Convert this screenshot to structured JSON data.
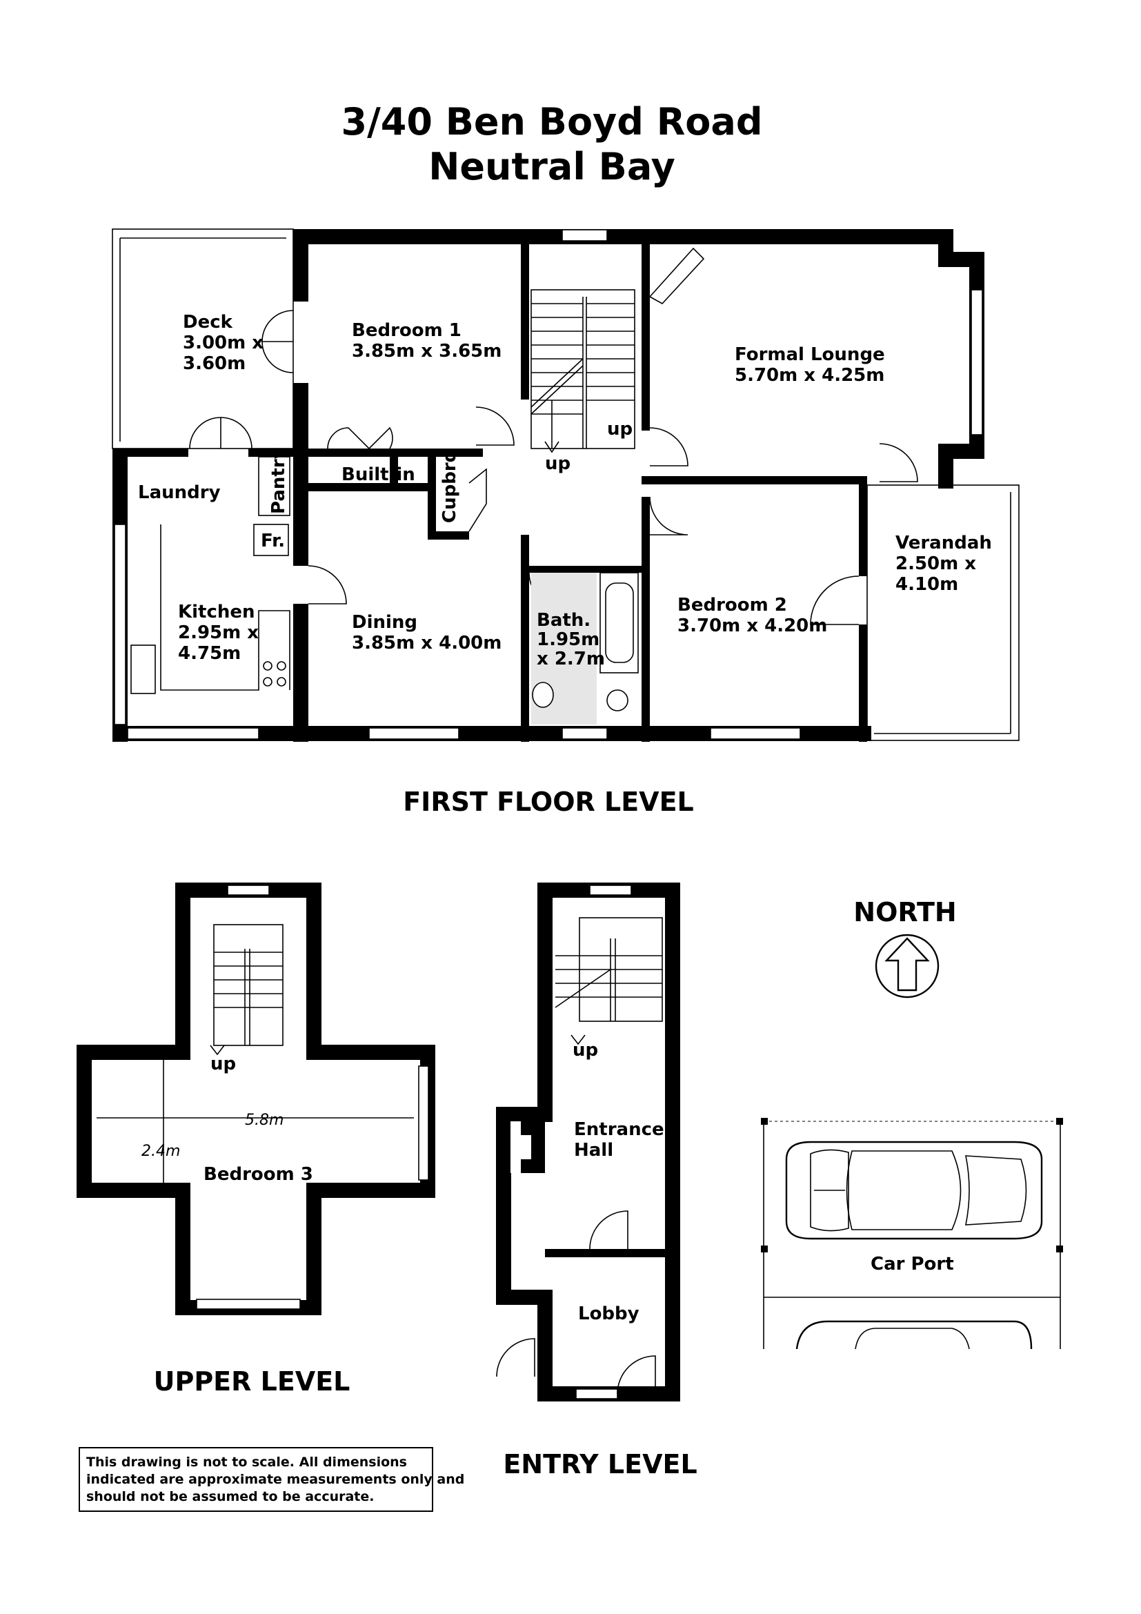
{
  "title": {
    "line1": "3/40 Ben Boyd Road",
    "line2": "Neutral Bay"
  },
  "first_floor": {
    "label": "FIRST FLOOR LEVEL",
    "rooms": {
      "deck": {
        "name": "Deck",
        "dim1": "3.00m  x",
        "dim2": "3.60m"
      },
      "bedroom1": {
        "name": "Bedroom 1",
        "dims": "3.85m  x  3.65m"
      },
      "formal_lounge": {
        "name": "Formal Lounge",
        "dims": "5.70m  x  4.25m"
      },
      "laundry": {
        "name": "Laundry"
      },
      "pantry": {
        "name": "Pantry"
      },
      "fridge": {
        "name": "Fr."
      },
      "builtin": {
        "name": "Built-in"
      },
      "cupbrd": {
        "name": "Cupbrd"
      },
      "kitchen": {
        "name": "Kitchen",
        "dim1": "2.95m  x",
        "dim2": "4.75m"
      },
      "dining": {
        "name": "Dining",
        "dims": "3.85m  x  4.00m"
      },
      "bath": {
        "name": "Bath.",
        "dim1": "1.95m",
        "dim2": "x  2.7m"
      },
      "bedroom2": {
        "name": "Bedroom 2",
        "dims": "3.70m  x  4.20m"
      },
      "verandah": {
        "name": "Verandah",
        "dim1": "2.50m  x",
        "dim2": "4.10m"
      }
    },
    "stair_labels": [
      "up",
      "up"
    ]
  },
  "upper_level": {
    "label": "UPPER LEVEL",
    "room": "Bedroom 3",
    "stair_label": "up",
    "width_dim": "5.8m",
    "height_dim": "2.4m"
  },
  "entry_level": {
    "label": "ENTRY LEVEL",
    "rooms": {
      "entrance_hall_1": "Entrance",
      "entrance_hall_2": "Hall",
      "lobby": "Lobby"
    },
    "stair_label": "up"
  },
  "north": {
    "label": "NORTH",
    "icon": "north-arrow-icon"
  },
  "carport": {
    "label": "Car Port",
    "icon": "car-icon"
  },
  "disclaimer": {
    "line1": "This drawing is not to scale. All dimensions",
    "line2": "indicated are approximate measurements only and",
    "line3": "should not be assumed to be accurate."
  }
}
